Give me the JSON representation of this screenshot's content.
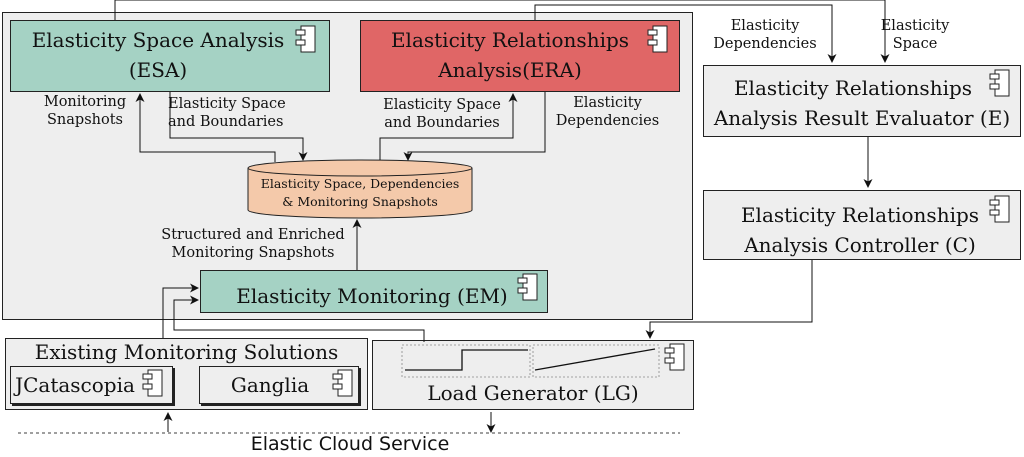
{
  "esa": {
    "title": "Elasticity Space Analysis",
    "abbr": "(ESA)",
    "color": "#a5d2c4"
  },
  "era": {
    "title": "Elasticity Relationships",
    "abbr": "Analysis(ERA)",
    "color": "#e06666"
  },
  "evaluator": {
    "line1": "Elasticity Relationships",
    "line2": "Analysis Result Evaluator (E)"
  },
  "controller": {
    "line1": "Elasticity Relationships",
    "line2": "Analysis Controller (C)"
  },
  "store": {
    "line1": "Elasticity Space, Dependencies",
    "line2": "&  Monitoring Snapshots",
    "color": "#f4c9aa"
  },
  "em": {
    "title": "Elasticity Monitoring (EM)",
    "color": "#a5d2c4"
  },
  "existing": {
    "title": "Existing Monitoring  Solutions",
    "jcatascopia": "JCatascopia",
    "ganglia": "Ganglia"
  },
  "lg": {
    "title": "Load Generator (LG)"
  },
  "cloud": {
    "label": "Elastic Cloud Service"
  },
  "edges": {
    "monitoring_snapshots": "Monitoring\nSnapshots",
    "esa_space_boundaries": "Elasticity Space\nand Boundaries",
    "era_space_boundaries": "Elasticity Space\nand Boundaries",
    "era_dependencies": "Elasticity\nDependencies",
    "structured": "Structured and Enriched\nMonitoring Snapshots",
    "top_dependencies": "Elasticity\nDependencies",
    "top_space": "Elasticity\nSpace"
  }
}
